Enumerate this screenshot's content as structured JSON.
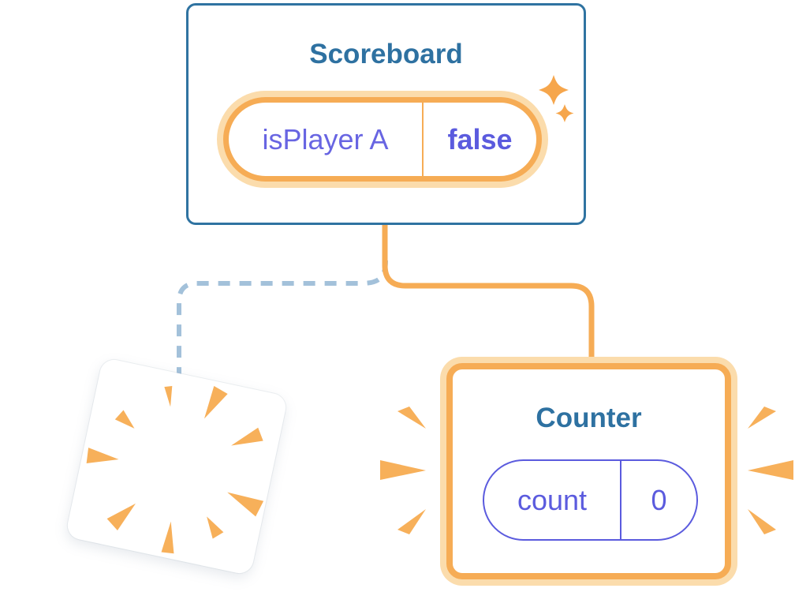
{
  "page": {
    "background": "#FFFFFF"
  },
  "palette": {
    "component_border_blue": "#2F73A1",
    "component_title_blue": "#2E71A1",
    "state_orange": "#F6AC55",
    "state_orange_glow": "#FBDCAC",
    "state_value_indigo": "#5B5BDE",
    "state_name_indigo": "#6865E2",
    "dashed_line_blue": "#A3C1DA",
    "burst_orange": "#F7B05A"
  },
  "scoreboard": {
    "title": "Scoreboard",
    "state_name": "isPlayer A",
    "state_value": "false"
  },
  "counter": {
    "title": "Counter",
    "state_name": "count",
    "state_value": "0"
  },
  "icons": {
    "sparkles": "sparkles-icon",
    "poof_burst": "poof-burst-icon",
    "emphasis_rays": "emphasis-rays-icon"
  }
}
